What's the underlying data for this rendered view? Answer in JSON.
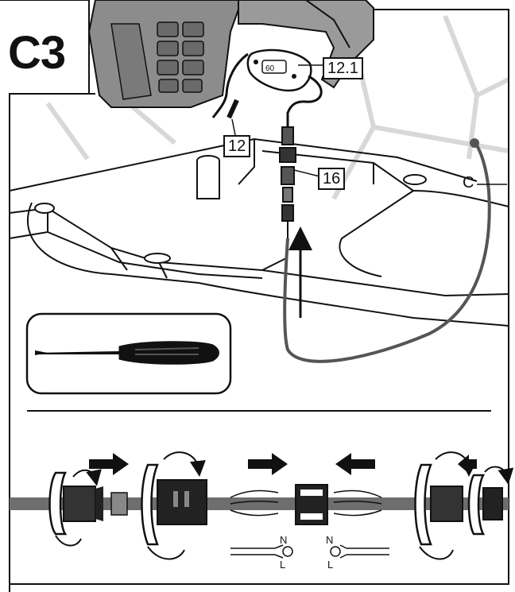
{
  "step": "C3",
  "callouts": {
    "controller": "12",
    "controller_sub": "12.1",
    "connector": "16",
    "cable": "C"
  },
  "terminals": {
    "left": {
      "n": "N",
      "l": "L"
    },
    "right": {
      "n": "N",
      "l": "L"
    }
  },
  "icons": {
    "tool": "screwdriver-icon",
    "rotate": "rotate-arrow-icon",
    "push": "push-arrow-icon"
  },
  "colors": {
    "ink": "#111111",
    "housing": "#8c8c8c",
    "cable": "#6e6e6e",
    "background_frame": "#d8d8d8"
  }
}
